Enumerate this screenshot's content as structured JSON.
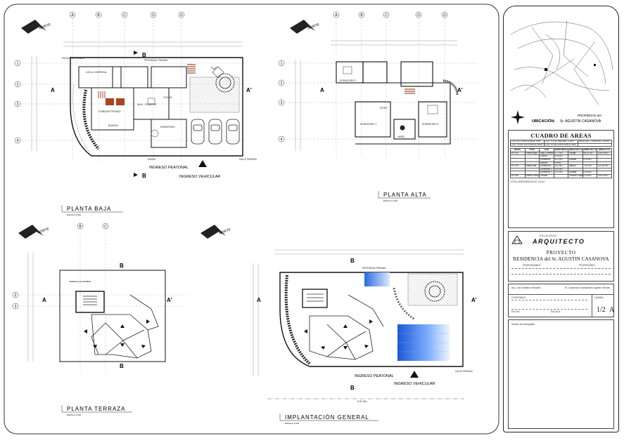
{
  "plans": {
    "planta_baja": {
      "title": "PLANTA BAJA",
      "scale": "ESCALA 1:100",
      "north": "NORTE",
      "labels": [
        "ESCALERA PRIVADA",
        "PROPIEDAD PRIVADA",
        "LOCAL COMERCIAL",
        "COMEDOR PRIVADO",
        "SALA - COMEDOR",
        "COCINA",
        "BODEGA",
        "DORMITORIO",
        "ACERA",
        "CALLE PRIVADA"
      ],
      "entries": [
        "INGRESO PEATONAL",
        "INGRESO VEHICULAR"
      ]
    },
    "planta_alta": {
      "title": "PLANTA ALTA",
      "scale": "ESCALA 1:100",
      "north": "NORTE",
      "labels": [
        "DORMITORIO 2",
        "DORMITORIO 1",
        "DORMITORIO 3",
        "BAÑO",
        "ESTAR"
      ]
    },
    "planta_terraza": {
      "title": "PLANTA TERRAZA",
      "scale": "ESCALA 1:100",
      "north": "NORTE",
      "labels": [
        "TERRAZA ACCESIBLE"
      ]
    },
    "implantacion": {
      "title": "IMPLANTACIÓN GENERAL",
      "scale": "ESCALA 1:100",
      "north": "NORTE",
      "labels": [
        "PROPIEDAD PRIVADA",
        "CALLE PRIVADA",
        "EJE VIAL"
      ],
      "entries": [
        "INGRESO PEATONAL",
        "INGRESO VEHICULAR"
      ]
    }
  },
  "grid": {
    "letters": [
      "A",
      "B",
      "C",
      "D",
      "D"
    ],
    "numbers": [
      "1",
      "2",
      "3",
      "4"
    ],
    "section_a": "A",
    "section_a_prime": "A'",
    "section_b": "B"
  },
  "title_block": {
    "location_owner": "PROPIEDAD del",
    "location_label": "UBICACIÓN:",
    "location_value": "Sr. AGUSTIN CASANOVA",
    "cuadro_title": "CUADRO DE AREAS",
    "area_rows": [
      [
        "COS EN PLANTA BAJA: 59%",
        "COS TOTAL MAXIMO: 118%",
        "AREA DEL TERRENO: 235 m2"
      ],
      [
        "COS TOTAL EN PLANTA: 54%",
        "COS TOTAL EXISTENTE: 54%",
        ""
      ]
    ],
    "table_headers": [
      "NIVEL",
      "PISO",
      "USO",
      "AREA BRUTA",
      "AREA NO COMPUTABLE USO",
      "AREA NO COMPUTABLE CANTIDAD",
      "AREA UTIL"
    ],
    "table_rows": [
      [
        "N+0.00",
        "Planta Baja",
        "Sala Comedor",
        "17.7 m2",
        "Garaje",
        "65.20 m2",
        "105.40 m2"
      ],
      [
        "",
        "",
        "Cocina",
        "13.6 m2",
        "",
        "",
        ""
      ],
      [
        "",
        "",
        "Dormitorio",
        "10.2 m2",
        "Gradas",
        "6.00 m2",
        ""
      ],
      [
        "",
        "",
        "Estudio",
        "9.8 m2",
        "",
        "",
        ""
      ],
      [
        "N+2.94",
        "Planta Alta",
        "Dormitorio 1",
        "15.2 m2",
        "Balcón",
        "7.47 m2",
        "111.90 m2"
      ],
      [
        "",
        "",
        "Dormitorio 2",
        "13.4 m2",
        "",
        "",
        ""
      ],
      [
        "",
        "",
        "Dormitorio 3",
        "12.0 m2",
        "Gradas",
        "6.00 m2",
        ""
      ],
      [
        "N+5.88",
        "Planta Terraza",
        "Terraza",
        "",
        "Terraza Gradas",
        "6.00 m2",
        "235.00 m2"
      ]
    ],
    "total_area": "TOTAL AREA BRUTA 247.22 m2",
    "brand_small": "ESCALERAS",
    "brand": "ARQUITECTO",
    "project_label": "PROYECTO",
    "project_name": "RESIDENCIA del Sr. AGUSTIN CASANOVA",
    "responsable": "RESPONSABLE",
    "propietario": "PROPIETARIO",
    "arq_name": "Arq. Luis Robalino Estudillo",
    "owner_name": "Sr. Casanova Guamanaño Agustín Hernan",
    "contenido_label": "CONTENIDO",
    "lamina_label": "LÁMINA",
    "sheet_number": "1/2",
    "revision": "A",
    "fecha_label": "FECHA",
    "escala_label": "ESCALA",
    "sellos": "Sellos municipales"
  }
}
